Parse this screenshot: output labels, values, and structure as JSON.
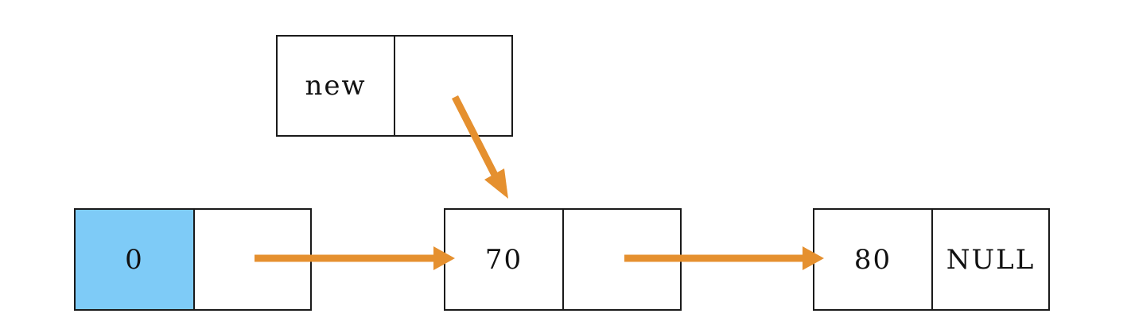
{
  "diagram": {
    "title": "linked-list-insertion-diagram",
    "background_color": "#ffffff",
    "border_color": "#1a1a1a",
    "arrow_color": "#e5902f",
    "highlight_color": "#7ecbf7",
    "text_color": "#111111"
  },
  "new_node": {
    "label": "new-node-box",
    "data_value": "new",
    "pointer_value": ""
  },
  "list_nodes": [
    {
      "label": "node-head",
      "data_value": "0",
      "pointer_value": "",
      "highlighted": true
    },
    {
      "label": "node-70",
      "data_value": "70",
      "pointer_value": "",
      "highlighted": false
    },
    {
      "label": "node-80",
      "data_value": "80",
      "pointer_value": "NULL",
      "highlighted": false
    }
  ],
  "arrows": [
    {
      "label": "arrow-head-to-70",
      "kind": "horizontal"
    },
    {
      "label": "arrow-70-to-80",
      "kind": "horizontal"
    },
    {
      "label": "arrow-new-to-70",
      "kind": "diagonal"
    }
  ]
}
